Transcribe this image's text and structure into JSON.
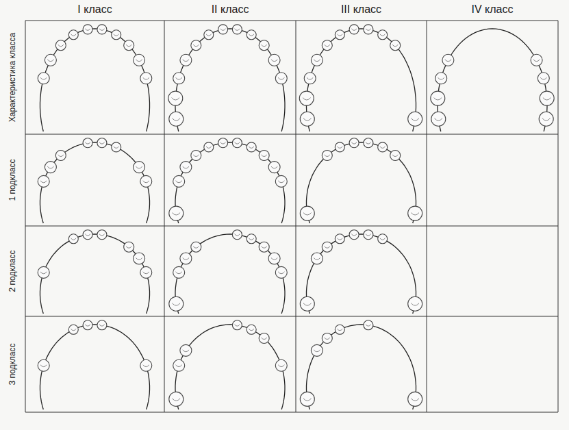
{
  "diagram": {
    "labels": [
      "I класс",
      "II класс",
      "III класс",
      "IV класс",
      "Характеристика класса",
      "1 подкласс",
      "2 подкласс",
      "3 подкласс"
    ]
  }
}
